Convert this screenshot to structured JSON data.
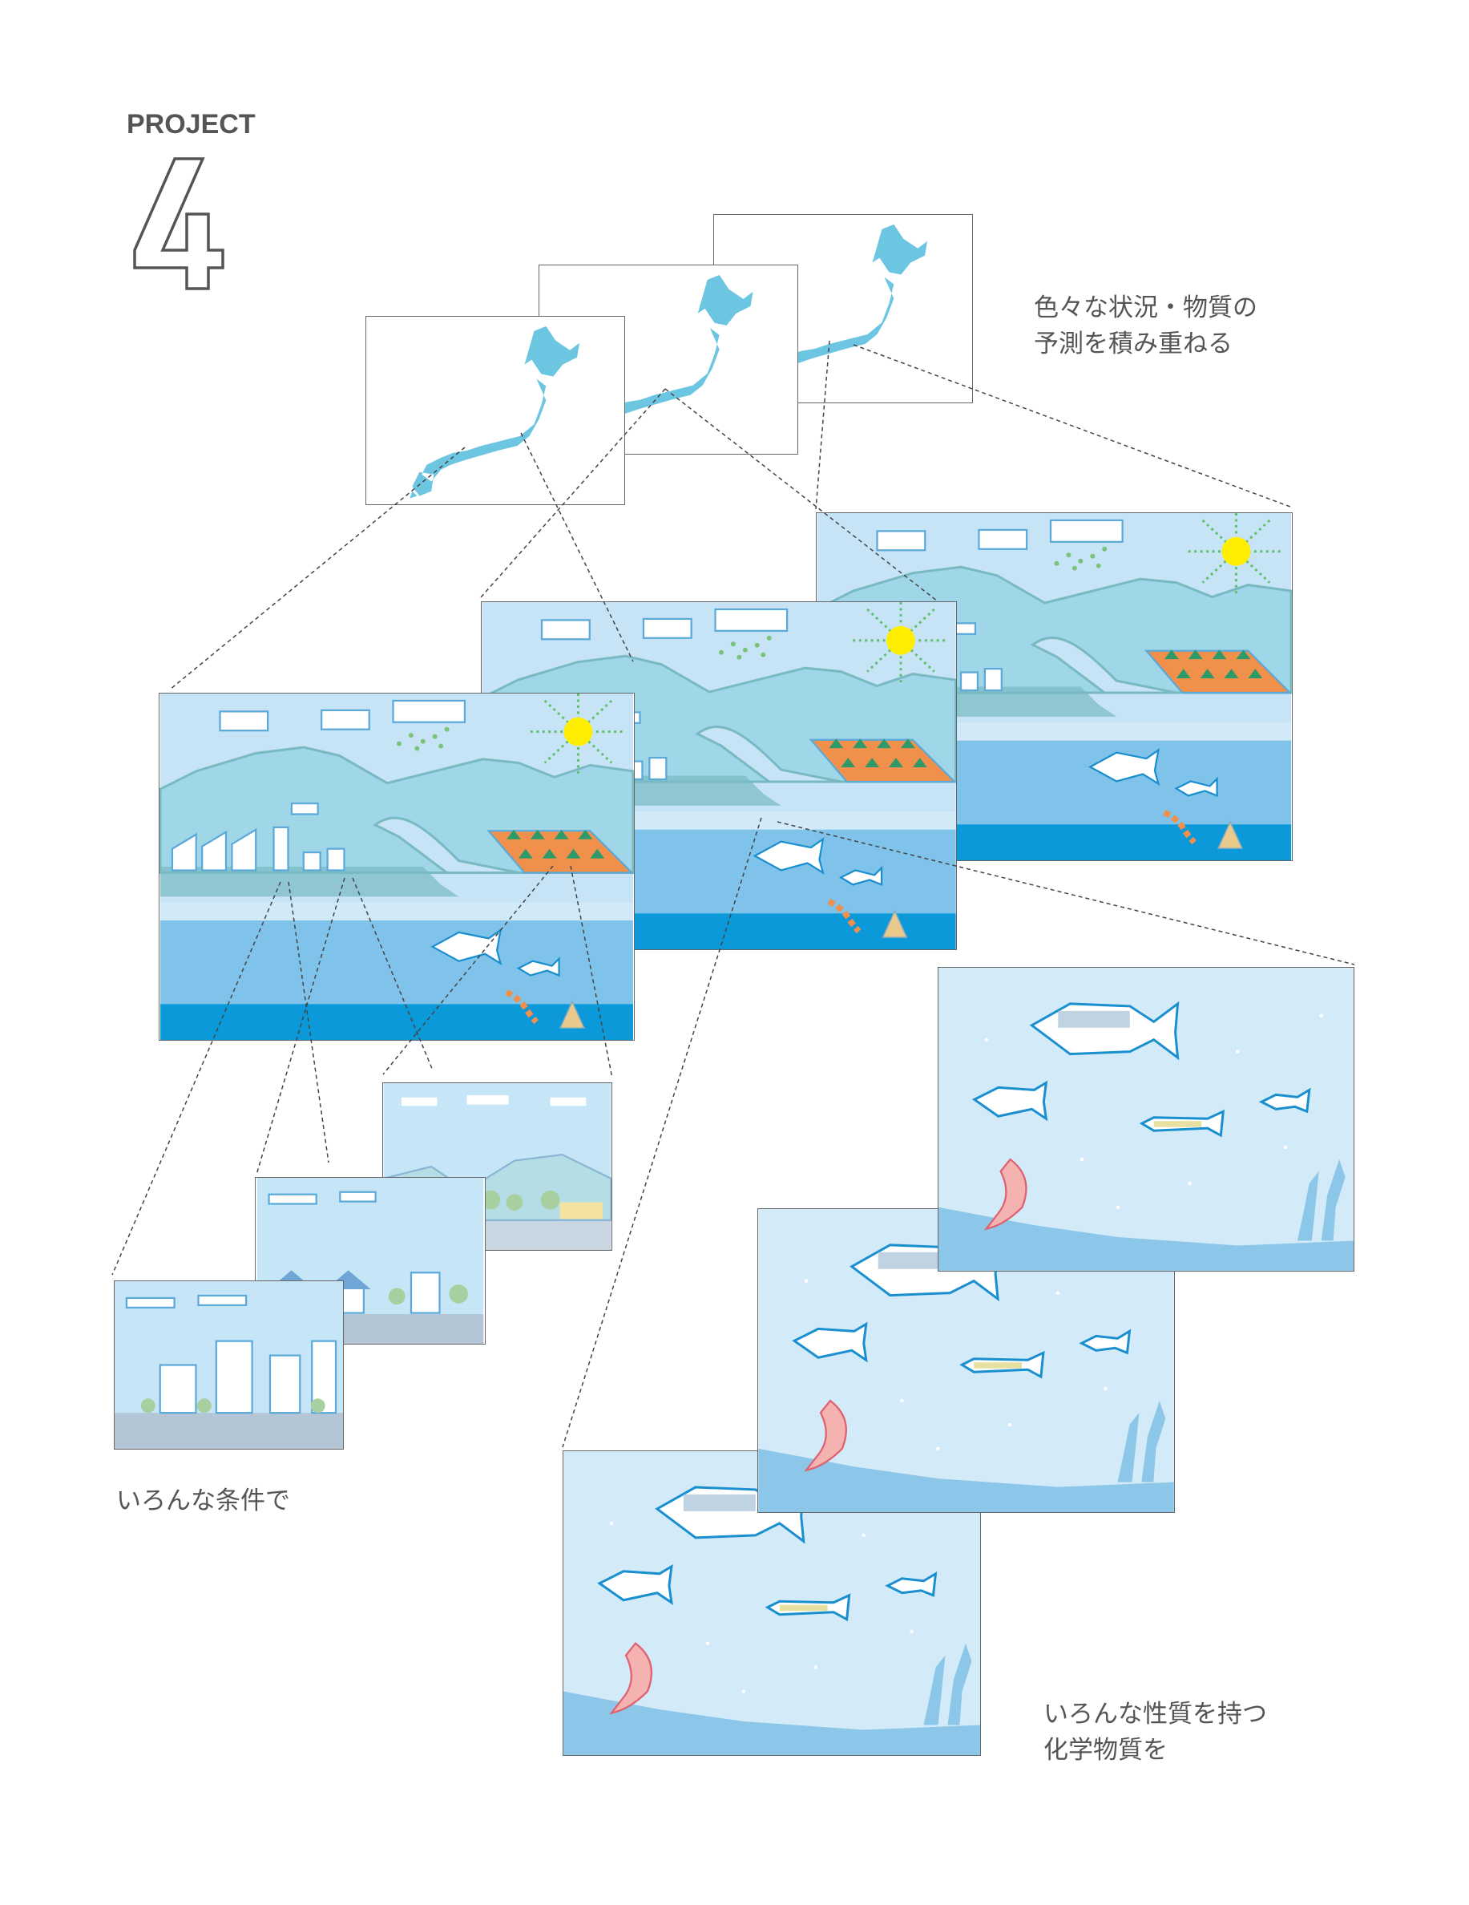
{
  "header": {
    "label": "PROJECT",
    "number": "4"
  },
  "captions": {
    "stack": [
      "色々な状況・物質の",
      "予測を積み重ねる"
    ],
    "conditions": "いろんな条件で",
    "chemicals": [
      "いろんな性質を持つ",
      "化学物質を"
    ]
  },
  "colors": {
    "sky": "#c6e4f6",
    "hill": "#9fd6e8",
    "hill_edge": "#79b9c2",
    "sea": "#7fc3ea",
    "deep_sea": "#0b99d9",
    "map": "#6cc6e2",
    "sun": "#ffee00",
    "farm": "#f0904a",
    "fish_bg": "#d3eaf8"
  }
}
